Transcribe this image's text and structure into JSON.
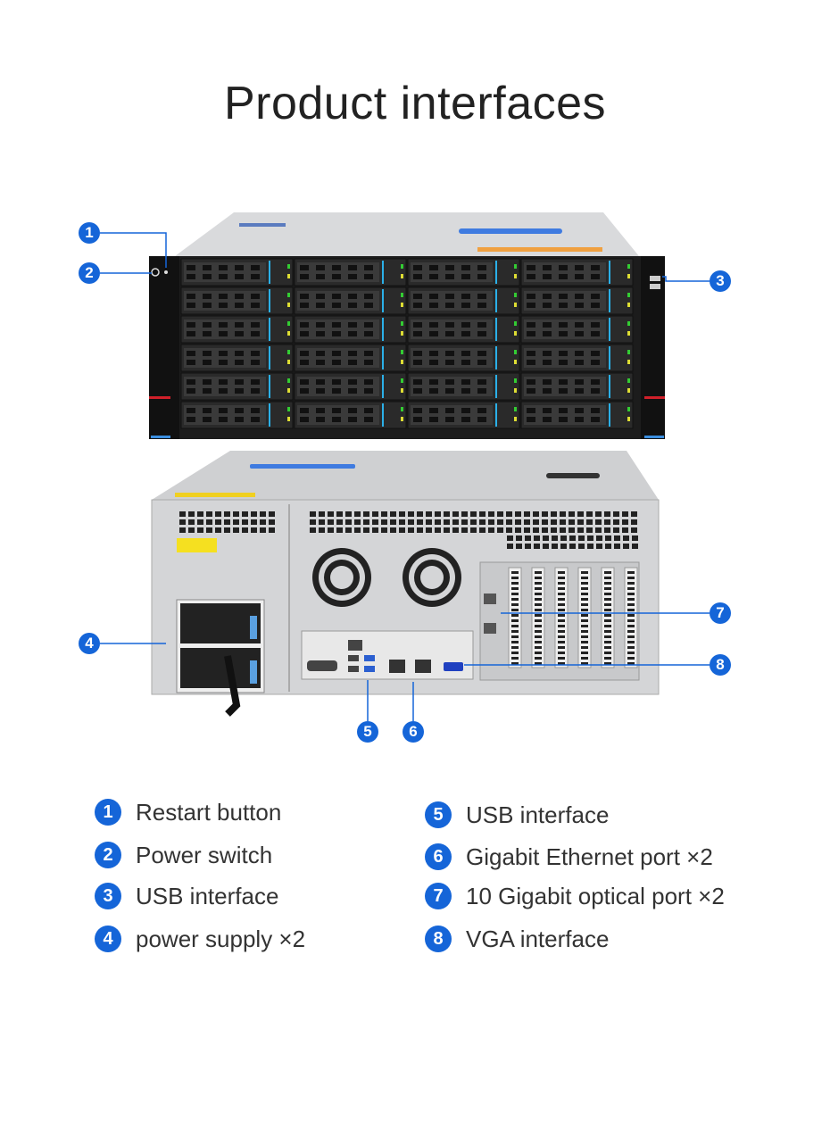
{
  "title": "Product interfaces",
  "accent_color": "#1565d8",
  "callouts": [
    {
      "num": "1",
      "label": "Restart button"
    },
    {
      "num": "2",
      "label": "Power switch"
    },
    {
      "num": "3",
      "label": "USB interface"
    },
    {
      "num": "4",
      "label": "power supply ×2"
    },
    {
      "num": "5",
      "label": "USB interface"
    },
    {
      "num": "6",
      "label": "Gigabit Ethernet port ×2"
    },
    {
      "num": "7",
      "label": "10 Gigabit optical port ×2"
    },
    {
      "num": "8",
      "label": "VGA interface"
    }
  ]
}
